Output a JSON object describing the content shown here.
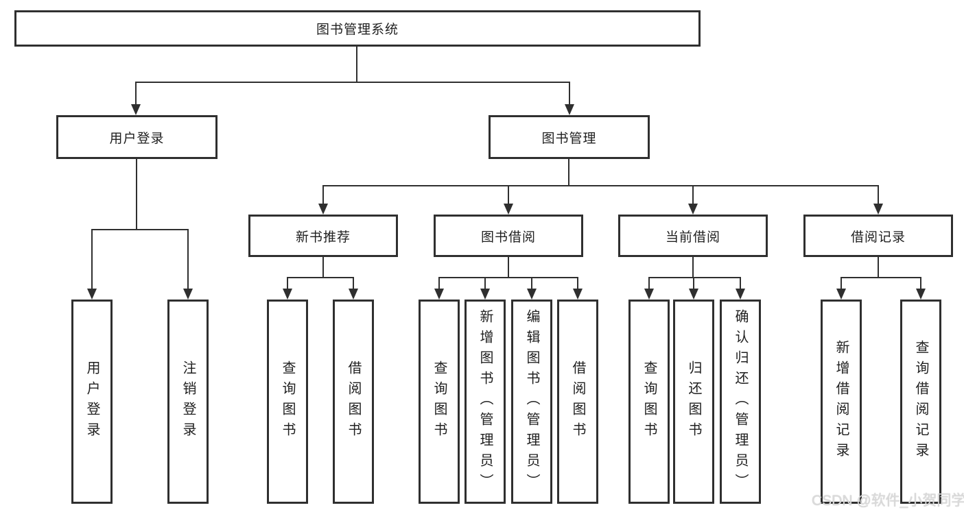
{
  "diagram_type": "functional-structure-tree",
  "colors": {
    "line": "#2f2f2f",
    "text": "#1f1f1f",
    "box_background": "#ffffff",
    "watermark": "#dedede"
  },
  "tree": {
    "label": "图书管理系统",
    "children": [
      {
        "label": "用户登录",
        "children": [
          {
            "label": "用户登录"
          },
          {
            "label": "注销登录"
          }
        ]
      },
      {
        "label": "图书管理",
        "children": [
          {
            "label": "新书推荐",
            "children": [
              {
                "label": "查询图书"
              },
              {
                "label": "借阅图书"
              }
            ]
          },
          {
            "label": "图书借阅",
            "children": [
              {
                "label": "查询图书"
              },
              {
                "label": "新增图书（管理员）"
              },
              {
                "label": "编辑图书（管理员）"
              },
              {
                "label": "借阅图书"
              }
            ]
          },
          {
            "label": "当前借阅",
            "children": [
              {
                "label": "查询图书"
              },
              {
                "label": "归还图书"
              },
              {
                "label": "确认归还（管理员）"
              }
            ]
          },
          {
            "label": "借阅记录",
            "children": [
              {
                "label": "新增借阅记录"
              },
              {
                "label": "查询借阅记录"
              }
            ]
          }
        ]
      }
    ]
  },
  "watermark": {
    "text": "CSDN @软件_小贺同学"
  }
}
